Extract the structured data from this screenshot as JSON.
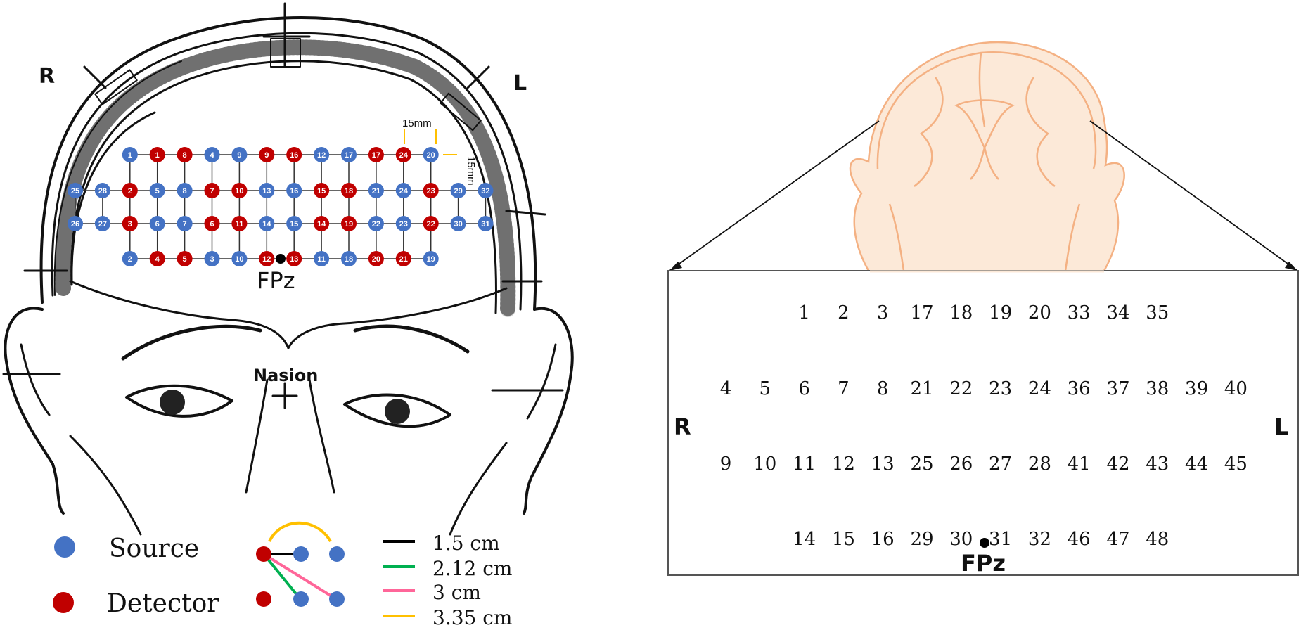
{
  "left_panel": {
    "side_right": "R",
    "side_left": "L",
    "spacing_h": "15mm",
    "spacing_v": "15mm",
    "fpz": "FPz",
    "nasion": "Nasion",
    "colors": {
      "source": "#4472c4",
      "detector": "#c00000",
      "line": "#333333"
    },
    "grid": [
      [
        null,
        null,
        [
          "S",
          "1"
        ],
        [
          "D",
          "1"
        ],
        [
          "D",
          "8"
        ],
        [
          "S",
          "4"
        ],
        [
          "S",
          "9"
        ],
        [
          "D",
          "9"
        ],
        [
          "D",
          "16"
        ],
        [
          "S",
          "12"
        ],
        [
          "S",
          "17"
        ],
        [
          "D",
          "17"
        ],
        [
          "D",
          "24"
        ],
        [
          "S",
          "20"
        ],
        null,
        null
      ],
      [
        [
          "S",
          "25"
        ],
        [
          "S",
          "28"
        ],
        [
          "D",
          "2"
        ],
        [
          "S",
          "5"
        ],
        [
          "S",
          "8"
        ],
        [
          "D",
          "7"
        ],
        [
          "D",
          "10"
        ],
        [
          "S",
          "13"
        ],
        [
          "S",
          "16"
        ],
        [
          "D",
          "15"
        ],
        [
          "D",
          "18"
        ],
        [
          "S",
          "21"
        ],
        [
          "S",
          "24"
        ],
        [
          "D",
          "23"
        ],
        [
          "S",
          "29"
        ],
        [
          "S",
          "32"
        ]
      ],
      [
        [
          "S",
          "26"
        ],
        [
          "S",
          "27"
        ],
        [
          "D",
          "3"
        ],
        [
          "S",
          "6"
        ],
        [
          "S",
          "7"
        ],
        [
          "D",
          "6"
        ],
        [
          "D",
          "11"
        ],
        [
          "S",
          "14"
        ],
        [
          "S",
          "15"
        ],
        [
          "D",
          "14"
        ],
        [
          "D",
          "19"
        ],
        [
          "S",
          "22"
        ],
        [
          "S",
          "23"
        ],
        [
          "D",
          "22"
        ],
        [
          "S",
          "30"
        ],
        [
          "S",
          "31"
        ]
      ],
      [
        null,
        null,
        [
          "S",
          "2"
        ],
        [
          "D",
          "4"
        ],
        [
          "D",
          "5"
        ],
        [
          "S",
          "3"
        ],
        [
          "S",
          "10"
        ],
        [
          "D",
          "12"
        ],
        [
          "D",
          "13"
        ],
        [
          "S",
          "11"
        ],
        [
          "S",
          "18"
        ],
        [
          "D",
          "20"
        ],
        [
          "D",
          "21"
        ],
        [
          "S",
          "19"
        ],
        null,
        null
      ]
    ],
    "legend": {
      "source_label": "Source",
      "detector_label": "Detector",
      "distances": [
        {
          "label": "1.5 cm",
          "color": "#000000"
        },
        {
          "label": "2.12 cm",
          "color": "#00b050"
        },
        {
          "label": "3 cm",
          "color": "#ff6699"
        },
        {
          "label": "3.35 cm",
          "color": "#ffc000"
        }
      ]
    }
  },
  "right_panel": {
    "side_right": "R",
    "side_left": "L",
    "fpz": "FPz",
    "head_color": "#f4b183",
    "rows": [
      [
        "",
        "",
        "1",
        "2",
        "3",
        "17",
        "18",
        "19",
        "20",
        "33",
        "34",
        "35",
        "",
        ""
      ],
      [
        "4",
        "5",
        "6",
        "7",
        "8",
        "21",
        "22",
        "23",
        "24",
        "36",
        "37",
        "38",
        "39",
        "40"
      ],
      [
        "9",
        "10",
        "11",
        "12",
        "13",
        "25",
        "26",
        "27",
        "28",
        "41",
        "42",
        "43",
        "44",
        "45"
      ],
      [
        "",
        "",
        "14",
        "15",
        "16",
        "29",
        "30",
        "31",
        "32",
        "46",
        "47",
        "48",
        "",
        ""
      ]
    ]
  }
}
